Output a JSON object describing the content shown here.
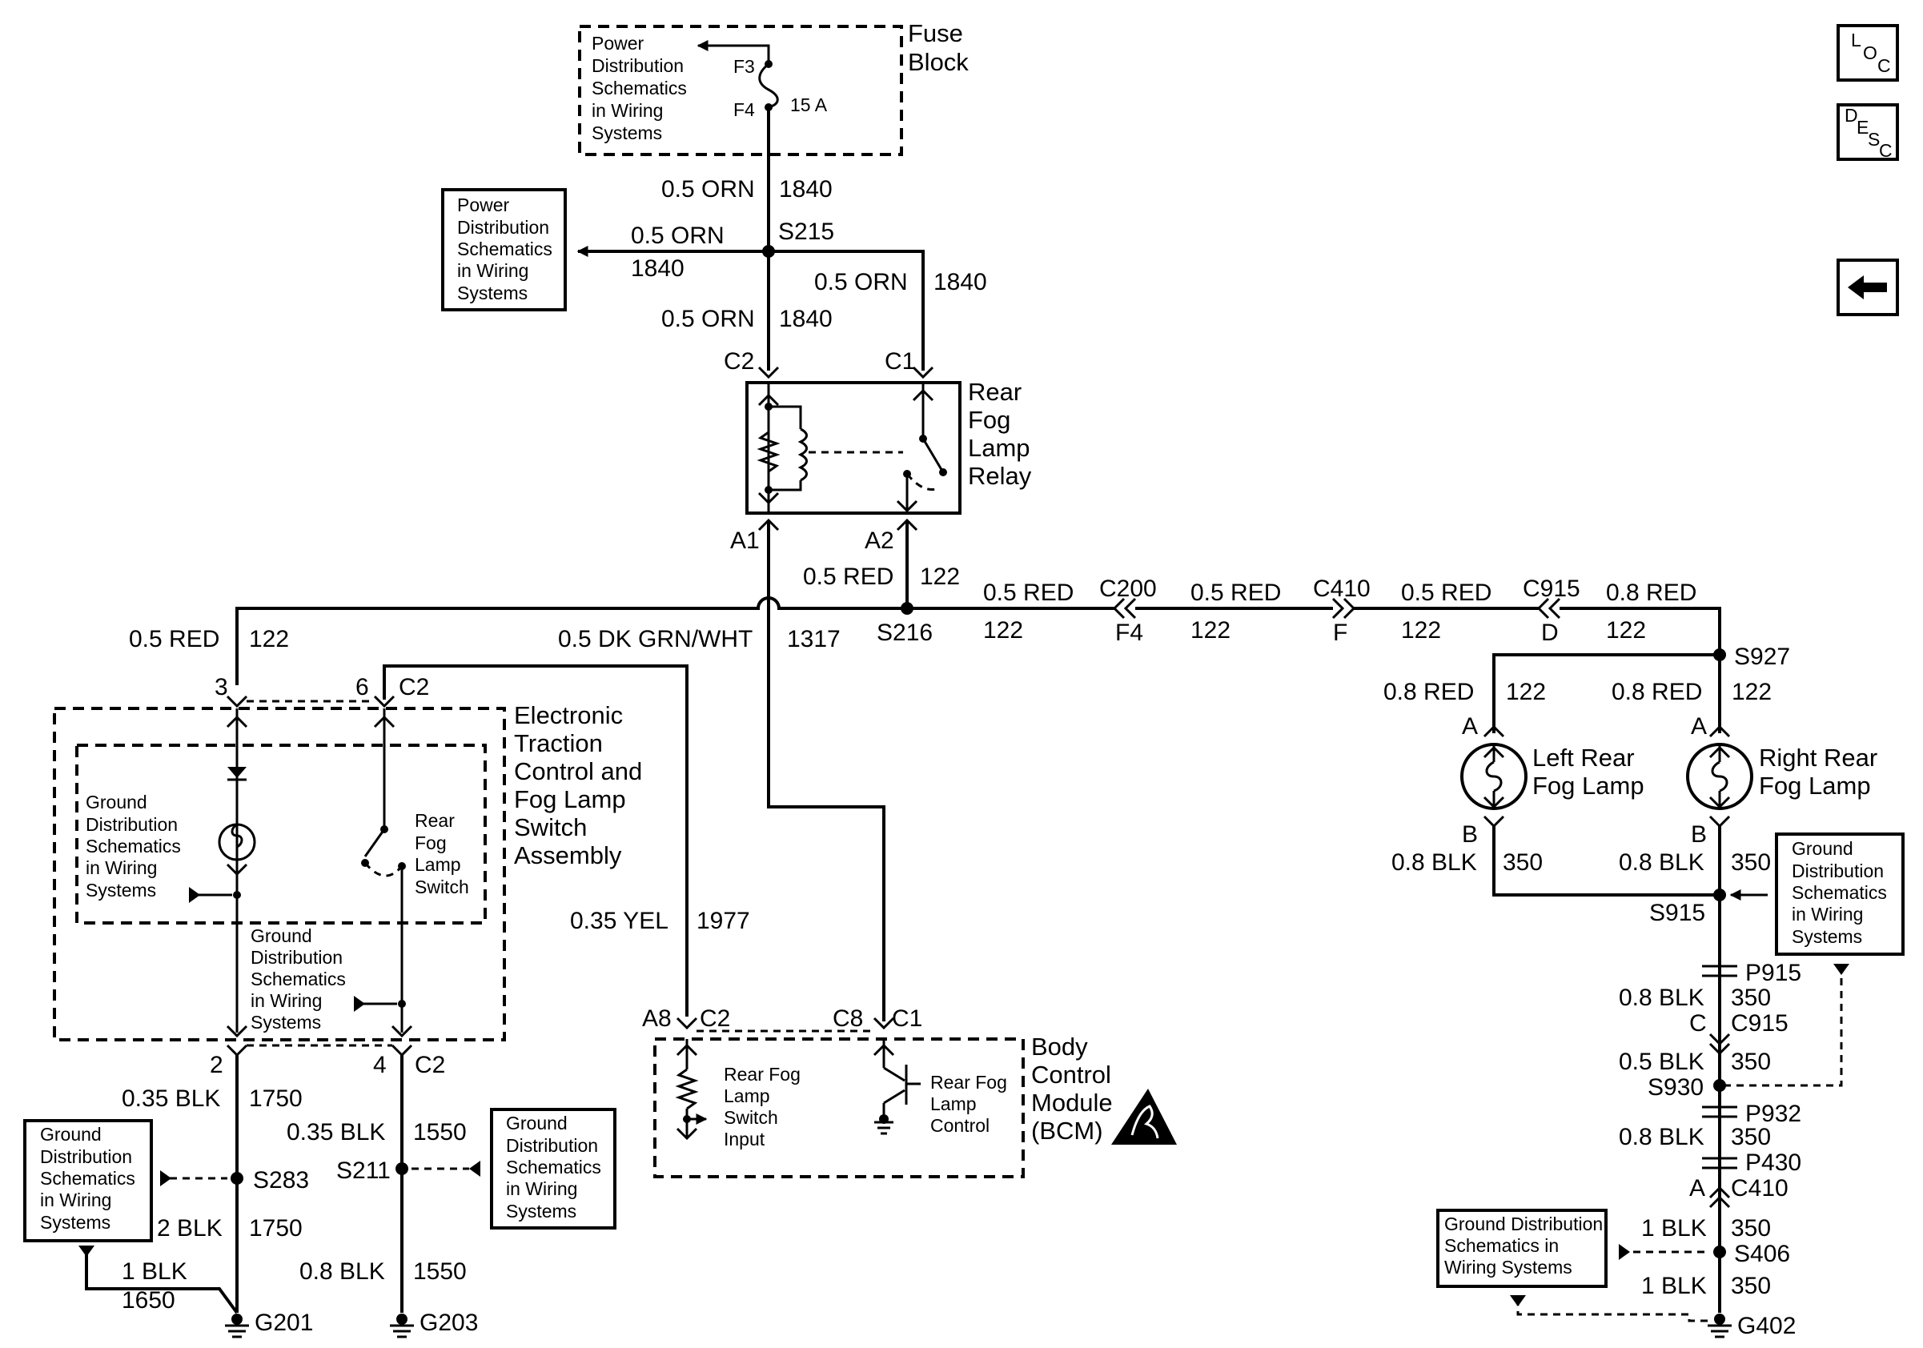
{
  "nav": {
    "loc": "LOC",
    "desc": "DESC"
  },
  "refs": {
    "pd_line1": "Power",
    "pd_line2": "Distribution",
    "pd_line3": "Schematics",
    "pd_line4": "in Wiring",
    "pd_line5": "Systems",
    "gd_line1": "Ground",
    "gd_line2": "Distribution",
    "gd_line3": "Schematics",
    "gd_line4": "in Wiring",
    "gd_line5": "Systems",
    "gd_wide_line1": "Ground Distribution",
    "gd_wide_line2": "Schematics in",
    "gd_wide_line3": "Wiring Systems"
  },
  "components": {
    "fuse_block_1": "Fuse",
    "fuse_block_2": "Block",
    "fuse_f3": "F3",
    "fuse_f4": "F4",
    "fuse_rating": "15 A",
    "relay_1": "Rear",
    "relay_2": "Fog",
    "relay_3": "Lamp",
    "relay_4": "Relay",
    "switch_asm_1": "Electronic",
    "switch_asm_2": "Traction",
    "switch_asm_3": "Control and",
    "switch_asm_4": "Fog Lamp",
    "switch_asm_5": "Switch",
    "switch_asm_6": "Assembly",
    "fog_switch_1": "Rear",
    "fog_switch_2": "Fog",
    "fog_switch_3": "Lamp",
    "fog_switch_4": "Switch",
    "bcm_1": "Body",
    "bcm_2": "Control",
    "bcm_3": "Module",
    "bcm_4": "(BCM)",
    "bcm_input_1": "Rear Fog",
    "bcm_input_2": "Lamp",
    "bcm_input_3": "Switch",
    "bcm_input_4": "Input",
    "bcm_ctrl_1": "Rear Fog",
    "bcm_ctrl_2": "Lamp",
    "bcm_ctrl_3": "Control",
    "left_lamp_1": "Left Rear",
    "left_lamp_2": "Fog Lamp",
    "right_lamp_1": "Right Rear",
    "right_lamp_2": "Fog Lamp"
  },
  "wires": {
    "orn05": "0.5 ORN",
    "c1840": "1840",
    "red05": "0.5 RED",
    "red08": "0.8 RED",
    "c122": "122",
    "dkgrn": "0.5 DK GRN/WHT",
    "c1317": "1317",
    "yel035": "0.35 YEL",
    "c1977": "1977",
    "blk035": "0.35 BLK",
    "c1750": "1750",
    "blk2": "2 BLK",
    "c1550": "1550",
    "blk1": "1 BLK",
    "c1650": "1650",
    "blk08": "0.8 BLK",
    "blk05": "0.5 BLK",
    "c350": "350"
  },
  "connectors": {
    "c2": "C2",
    "c1": "C1",
    "a1": "A1",
    "a2": "A2",
    "a8": "A8",
    "c8": "C8",
    "c200": "C200",
    "f4": "F4",
    "c410": "C410",
    "f": "F",
    "c915": "C915",
    "d": "D",
    "pin3": "3",
    "pin6": "6",
    "pin2": "2",
    "pin4": "4",
    "pinA": "A",
    "pinB": "B",
    "pinC": "C",
    "p915": "P915",
    "p932": "P932",
    "p430": "P430"
  },
  "splices": {
    "s215": "S215",
    "s216": "S216",
    "s927": "S927",
    "s915": "S915",
    "s930": "S930",
    "s406": "S406",
    "s283": "S283",
    "s211": "S211"
  },
  "grounds": {
    "g201": "G201",
    "g203": "G203",
    "g402": "G402"
  }
}
